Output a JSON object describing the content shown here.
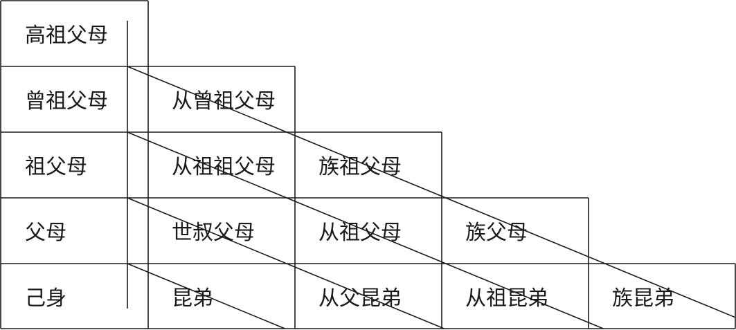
{
  "rows": [
    {
      "label": "高祖父母",
      "cells": []
    },
    {
      "label": "曾祖父母",
      "cells": [
        "从曾祖父母"
      ]
    },
    {
      "label": "祖父母",
      "cells": [
        "从祖祖父母",
        "族祖父母"
      ]
    },
    {
      "label": "父母",
      "cells": [
        "世叔父母",
        "从祖父母",
        "族父母"
      ]
    },
    {
      "label": "己身",
      "cells": [
        "昆弟",
        "从父昆弟",
        "从祖昆弟",
        "族昆弟"
      ]
    }
  ]
}
